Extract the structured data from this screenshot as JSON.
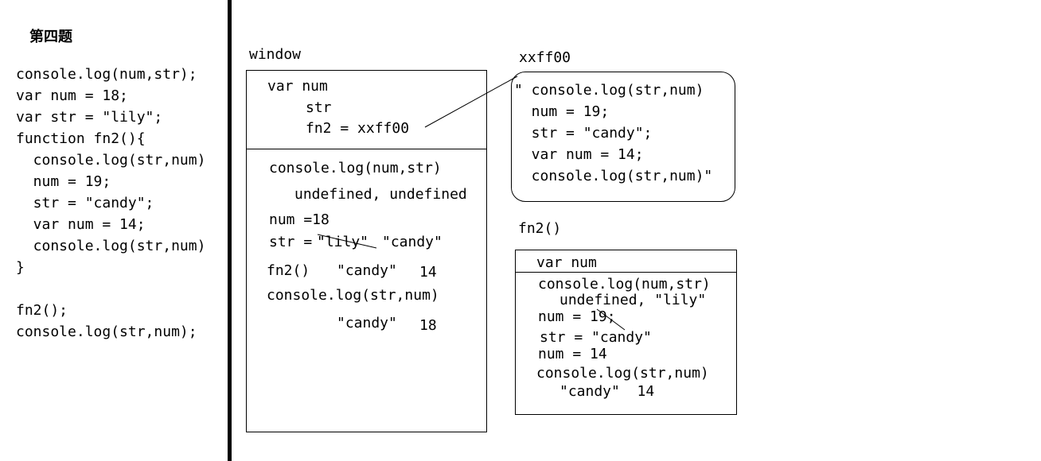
{
  "left_panel": {
    "title": "第四题",
    "code_lines": [
      "console.log(num,str);",
      "var num = 18;",
      "var str = \"lily\";",
      "function fn2(){",
      "  console.log(str,num)",
      "  num = 19;",
      "  str = \"candy\";",
      "  var num = 14;",
      "  console.log(str,num)",
      "}",
      "",
      "fn2();",
      "console.log(str,num);"
    ]
  },
  "window_box": {
    "label": "window",
    "declarations": {
      "var_num": "var num",
      "str": "str",
      "fn2": "fn2 = xxff00"
    },
    "execution": {
      "log1": "console.log(num,str)",
      "log1_result": "undefined, undefined",
      "num_assign": "num =18",
      "str_assign_prefix": "str = ",
      "str_old_value": "\"lily\"",
      "str_new_value": "\"candy\"",
      "fn2_call": "fn2()",
      "fn2_result_str": "\"candy\"",
      "fn2_result_num": "14",
      "log2": "console.log(str,num)",
      "log2_result_str": "\"candy\"",
      "log2_result_num": "18"
    }
  },
  "heap_box": {
    "label": "xxff00",
    "lines": [
      "\" console.log(str,num)",
      "  num = 19;",
      "  str = \"candy\";",
      "  var num = 14;",
      "  console.log(str,num)\""
    ]
  },
  "fn2_box": {
    "label": "fn2()",
    "declaration": "var num",
    "execution": {
      "log1": "console.log(num,str)",
      "log1_result": "undefined, \"lily\"",
      "num_assign": "num = 19;",
      "str_assign": "str = \"candy\"",
      "num_assign2": "num = 14",
      "log2": "console.log(str,num)",
      "log2_result": "\"candy\"  14"
    }
  }
}
